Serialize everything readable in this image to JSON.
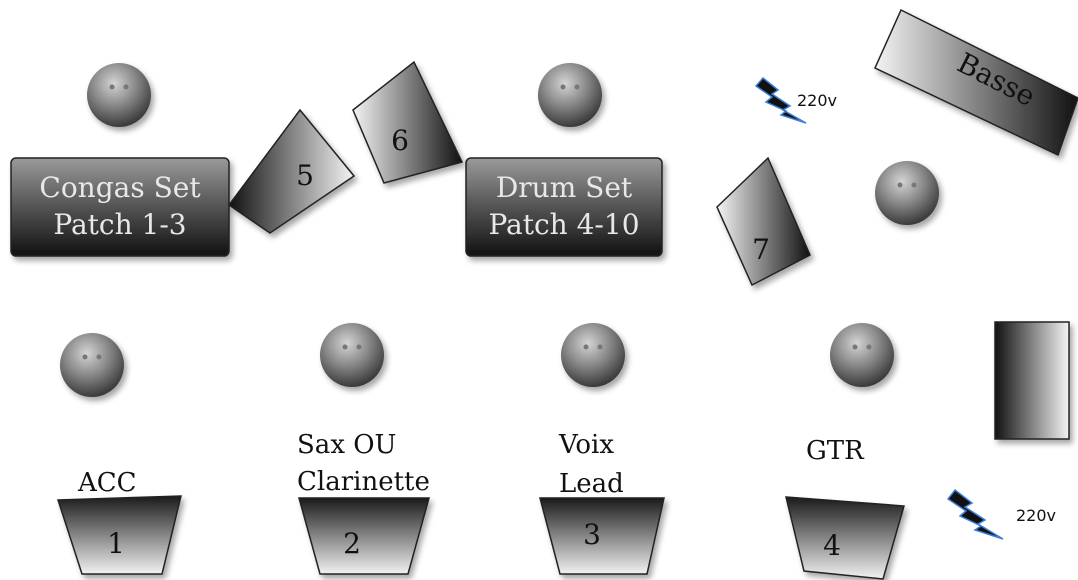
{
  "colors": {
    "dark": "#1a1a1a",
    "light": "#f2f2f2",
    "bolt": "#111111",
    "bolt_edge": "#3b7fd6"
  },
  "stage": {
    "boxes": [
      {
        "line1": "Congas Set",
        "line2": "Patch 1-3"
      },
      {
        "line1": "Drum Set",
        "line2": "Patch 4-10"
      }
    ],
    "monitors": [
      "5",
      "6",
      "7"
    ],
    "amp": "Basse",
    "power": [
      "220v",
      "220v"
    ],
    "wedges": [
      "1",
      "2",
      "3",
      "4"
    ],
    "positions": [
      {
        "line1": "ACC",
        "line2": ""
      },
      {
        "line1": "Sax OU",
        "line2": "Clarinette"
      },
      {
        "line1": "Voix",
        "line2": "Lead"
      },
      {
        "line1": "GTR",
        "line2": ""
      }
    ]
  }
}
